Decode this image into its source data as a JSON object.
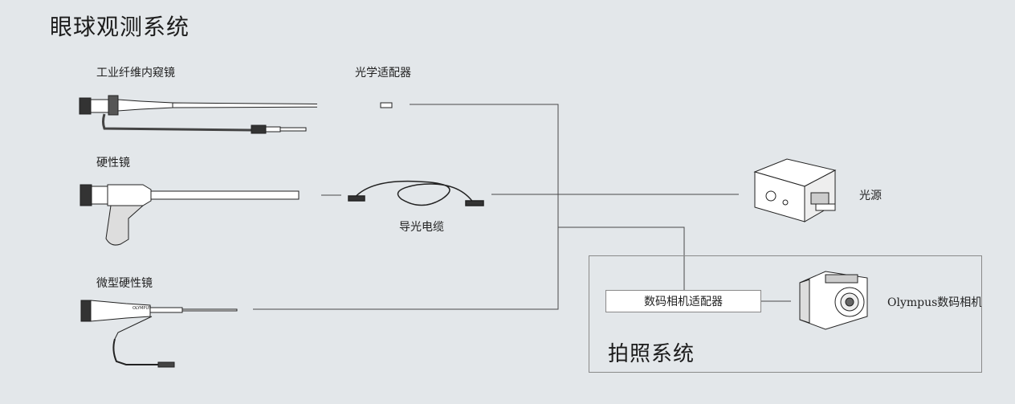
{
  "title": "眼球观测系统",
  "labels": {
    "industrial_endoscope": "工业纤维内窥镜",
    "optical_adapter": "光学适配器",
    "rigid_scope": "硬性镜",
    "light_cable": "导光电缆",
    "light_source": "光源",
    "micro_rigid_scope": "微型硬性镜",
    "camera_adapter": "数码相机适配器",
    "camera": "Olympus数码相机"
  },
  "photo_system_title": "拍照系统",
  "brand_mark": "OLYMPUS"
}
